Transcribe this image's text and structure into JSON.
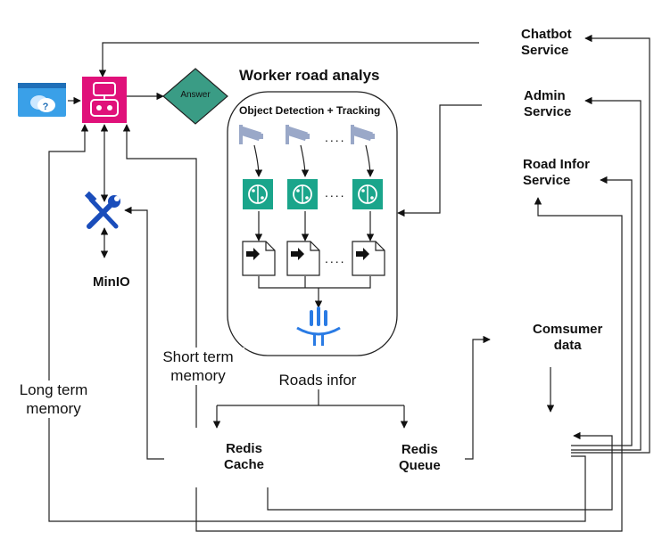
{
  "title": "Worker road analys",
  "worker_subtitle": "Object Detection + Tracking",
  "decision_label": "Answer",
  "services": {
    "chatbot": [
      "Chatbot",
      "Service"
    ],
    "admin": [
      "Admin",
      "Service"
    ],
    "road_infor": [
      "Road Infor",
      "Service"
    ],
    "consumer": [
      "Comsumer",
      "data"
    ],
    "redis_cache": [
      "Redis",
      "Cache"
    ],
    "redis_queue": [
      "Redis",
      "Queue"
    ],
    "minio": "MinIO"
  },
  "labels": {
    "short_term": [
      "Short term",
      "memory"
    ],
    "long_term": [
      "Long term",
      "memory"
    ],
    "roads_infor": "Roads infor"
  },
  "ellipsis": "....",
  "icons": [
    "help-chat-window-icon",
    "chatbot-icon",
    "tools-icon",
    "database-icon",
    "gear-icon",
    "cctv-camera-icon",
    "ai-model-icon",
    "document-icon",
    "data-bus-icon",
    "redis-icon",
    "worker-icon",
    "postgres-icon"
  ],
  "colors": {
    "chatbot_pink": "#e0117a",
    "answer_green": "#3a9c85",
    "model_teal": "#1aa58b",
    "gear_orange": "#f5a623",
    "redis_red": "#c6302b",
    "help_blue": "#3aa0e8",
    "bus_blue": "#2a7be4",
    "db_teal": "#5aaad0",
    "db_lime": "#9bd33c"
  }
}
